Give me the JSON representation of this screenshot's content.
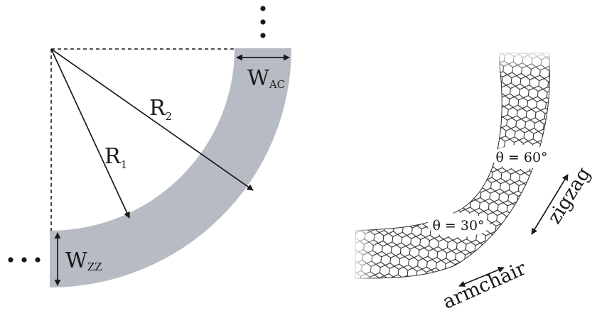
{
  "labels": {
    "r1_main": "R",
    "r1_sub": "1",
    "r2_main": "R",
    "r2_sub": "2",
    "wac_main": "W",
    "wac_sub": "AC",
    "wzz_main": "W",
    "wzz_sub": "ZZ",
    "theta60": "θ = 60°",
    "theta30": "θ = 30°",
    "zigzag": "zigzag",
    "armchair": "armchair"
  },
  "colors": {
    "bend": "#b7bcc4",
    "ink": "#1a1a1a",
    "lattice": "#2b2b2b"
  }
}
